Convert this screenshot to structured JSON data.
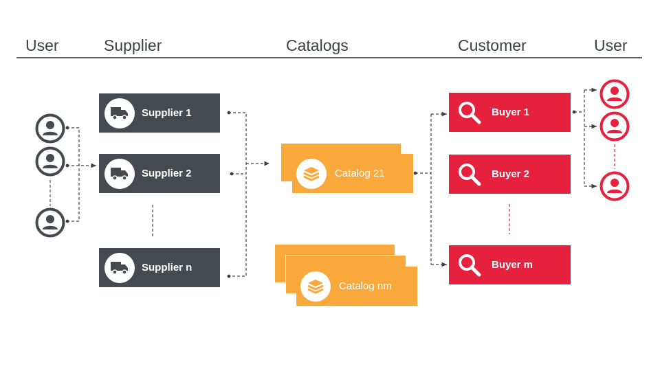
{
  "headers": {
    "user_left": "User",
    "supplier": "Supplier",
    "catalogs": "Catalogs",
    "customer": "Customer",
    "user_right": "User"
  },
  "suppliers": [
    {
      "label": "Supplier 1",
      "icon": "truck-icon"
    },
    {
      "label": "Supplier 2",
      "icon": "truck-icon"
    },
    {
      "label": "Supplier n",
      "icon": "truck-icon"
    }
  ],
  "catalogs": [
    {
      "label": "Catalog 21",
      "icon": "layers-icon"
    },
    {
      "label": "Catalog nm",
      "icon": "layers-icon"
    }
  ],
  "buyers": [
    {
      "label": "Buyer 1",
      "icon": "search-icon"
    },
    {
      "label": "Buyer 2",
      "icon": "search-icon"
    },
    {
      "label": "Buyer m",
      "icon": "search-icon"
    }
  ],
  "colors": {
    "supplier": "#454a50",
    "catalog": "#f9a93c",
    "buyer": "#e5213e",
    "user_left": "#454a50",
    "user_right": "#e5213e",
    "connector": "#3d4146"
  }
}
